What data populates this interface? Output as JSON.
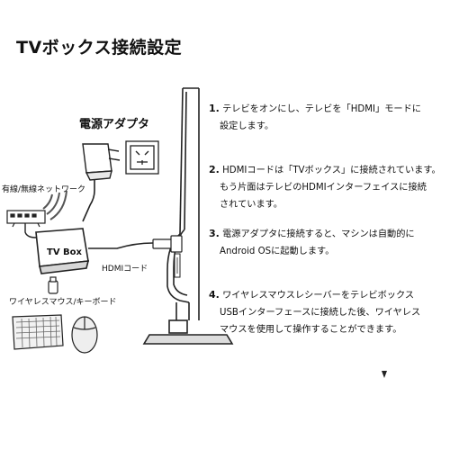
{
  "title": "TVボックス接続設定",
  "labels": {
    "adapter": "電源アダプタ",
    "network": "有線/無線ネットワーク",
    "tv_box": "TV Box",
    "hdmi_cable": "HDMIコード",
    "wireless": "ワイヤレスマウス/キーボード"
  },
  "steps": [
    {
      "num": "1.",
      "lines": [
        "テレビをオンにし、テレビを「HDMI」モードに",
        "設定します。"
      ]
    },
    {
      "num": "2.",
      "lines": [
        "HDMIコードは「TVボックス」に接続されています。",
        "もう片面はテレビのHDMIインターフェイスに接続",
        "されています。"
      ]
    },
    {
      "num": "3.",
      "lines": [
        "電源アダプタに接続すると、マシンは自動的に",
        "Android OSに起動します。"
      ]
    },
    {
      "num": "4.",
      "lines": [
        "ワイヤレスマウスレシーバーをテレビボックス",
        "USBインターフェースに接続した後、ワイヤレス",
        "マウスを使用して操作することができます。"
      ]
    }
  ],
  "icons": {
    "adapter": "power-adapter-icon",
    "outlet": "wall-outlet-icon",
    "router": "router-icon",
    "wifi": "wifi-signal-icon",
    "receiver": "usb-receiver-icon",
    "keyboard": "keyboard-icon",
    "mouse": "mouse-icon",
    "tv": "tv-side-view-icon"
  }
}
